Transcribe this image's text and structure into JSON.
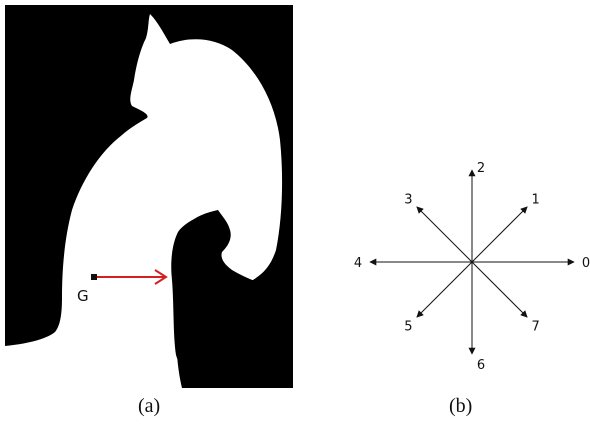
{
  "panel_a": {
    "point_label": "G",
    "caption": "(a)",
    "arrow_color": "#d42020"
  },
  "panel_b": {
    "caption": "(b)",
    "directions": [
      {
        "label": "0",
        "angle_deg": 0
      },
      {
        "label": "1",
        "angle_deg": 45
      },
      {
        "label": "2",
        "angle_deg": 90
      },
      {
        "label": "3",
        "angle_deg": 135
      },
      {
        "label": "4",
        "angle_deg": 180
      },
      {
        "label": "5",
        "angle_deg": 225
      },
      {
        "label": "6",
        "angle_deg": 270
      },
      {
        "label": "7",
        "angle_deg": 315
      }
    ]
  }
}
